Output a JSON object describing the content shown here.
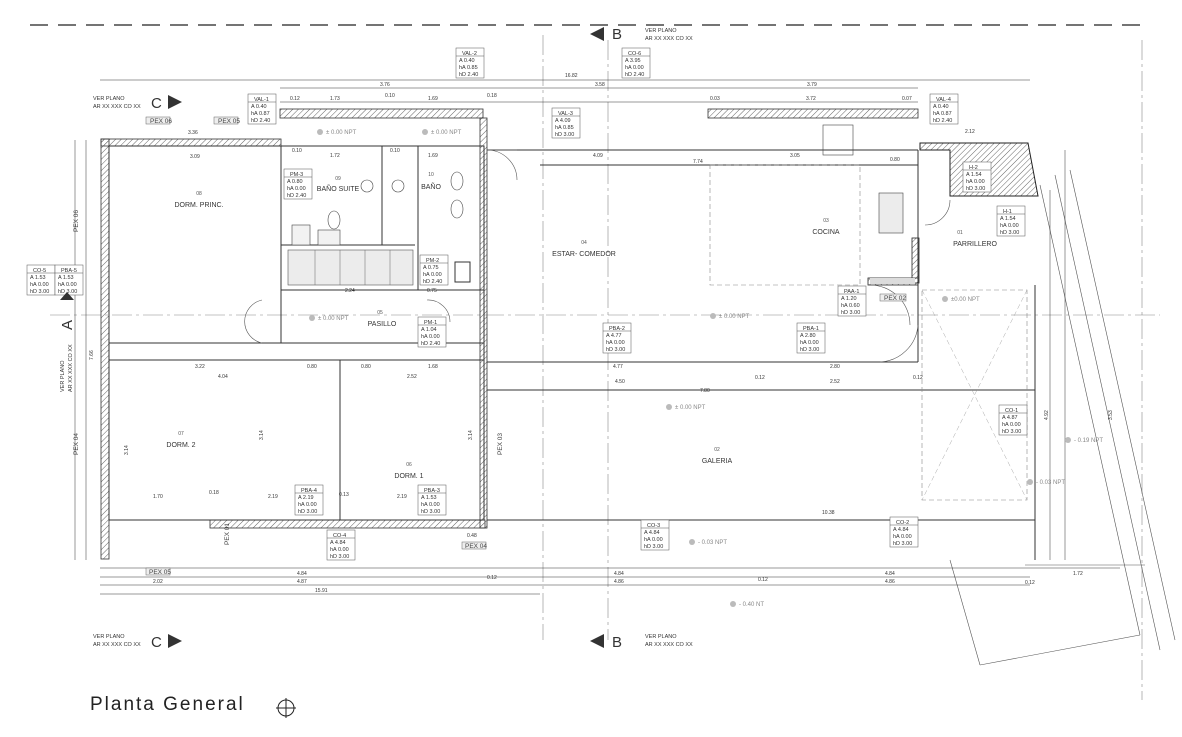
{
  "title": "Planta General",
  "section_refs": {
    "ver_plano": "VER PLANO",
    "ar_code": "AR XX XXX CO XX",
    "cut_A": "A",
    "cut_B": "B",
    "cut_C": "C"
  },
  "rooms": [
    {
      "num": "01",
      "name": "PARRILLERO"
    },
    {
      "num": "02",
      "name": "GALERIA"
    },
    {
      "num": "03",
      "name": "COCINA"
    },
    {
      "num": "04",
      "name": "ESTAR- COMEDOR"
    },
    {
      "num": "05",
      "name": "PASILLO"
    },
    {
      "num": "06",
      "name": "DORM. 1"
    },
    {
      "num": "07",
      "name": "DORM. 2"
    },
    {
      "num": "08",
      "name": "DORM. PRINC."
    },
    {
      "num": "09",
      "name": "BAÑO SUITE"
    },
    {
      "num": "10",
      "name": "BAÑO"
    }
  ],
  "tags": [
    {
      "id": "VAL-2",
      "a": "A 0.40",
      "h": "hA 0.85",
      "d": "hD 2.40"
    },
    {
      "id": "CO-6",
      "a": "A 3.95",
      "h": "hA 0.00",
      "d": "hD 2.40"
    },
    {
      "id": "VAL-1",
      "a": "A 0.40",
      "h": "hA 0.87",
      "d": "hD 2.40"
    },
    {
      "id": "VAL-4",
      "a": "A 0.40",
      "h": "hA 0.87",
      "d": "hD 2.40"
    },
    {
      "id": "VAL-3",
      "a": "A 4.09",
      "h": "hA 0.85",
      "d": "hD 3.00"
    },
    {
      "id": "CO-5",
      "a": "A 1.53",
      "h": "hA 0.00",
      "d": "hD 3.00"
    },
    {
      "id": "PBA-5",
      "a": "A 1.53",
      "h": "hA 0.00",
      "d": "hD 3.00"
    },
    {
      "id": "PM-3",
      "a": "A 0.80",
      "h": "hA 0.00",
      "d": "hD 2.40"
    },
    {
      "id": "PM-2",
      "a": "A 0.75",
      "h": "hA 0.00",
      "d": "hD 2.40"
    },
    {
      "id": "PM-1",
      "a": "A 1.04",
      "h": "hA 0.00",
      "d": "hD 2.40"
    },
    {
      "id": "PBA-2",
      "a": "A 4.77",
      "h": "hA 0.00",
      "d": "hD 3.00"
    },
    {
      "id": "PBA-1",
      "a": "A 2.80",
      "h": "hA 0.00",
      "d": "hD 3.00"
    },
    {
      "id": "PAA-1",
      "a": "A 1.20",
      "h": "hA 0.60",
      "d": "hD 3.00"
    },
    {
      "id": "H-2",
      "a": "A 1.54",
      "h": "hA 0.00",
      "d": "hD 3.00"
    },
    {
      "id": "H-1",
      "a": "A 1.54",
      "h": "hA 0.00",
      "d": "hD 3.00"
    },
    {
      "id": "PBA-4",
      "a": "A 2.19",
      "h": "hA 0.00",
      "d": "hD 3.00"
    },
    {
      "id": "PBA-3",
      "a": "A 1.53",
      "h": "hA 0.00",
      "d": "hD 3.00"
    },
    {
      "id": "CO-4",
      "a": "A 4.84",
      "h": "hA 0.00",
      "d": "hD 3.00"
    },
    {
      "id": "CO-3",
      "a": "A 4.84",
      "h": "hA 0.00",
      "d": "hD 3.00"
    },
    {
      "id": "CO-2",
      "a": "A 4.84",
      "h": "hA 0.00",
      "d": "hD 3.00"
    },
    {
      "id": "CO-1",
      "a": "A 4.87",
      "h": "hA 0.00",
      "d": "hD 3.00"
    }
  ],
  "levels": {
    "npt_000": "± 0.00 NPT",
    "npt_003": "- 0.03 NPT",
    "nt_040": "- 0.40 NT",
    "npt_019": "- 0.19 NPT",
    "npt_000b": "±0.00 NPT"
  },
  "pex": {
    "p01": "PEX 01",
    "p02": "PEX 02",
    "p03": "PEX 03",
    "p04": "PEX 04",
    "p05": "PEX 05",
    "p06": "PEX 06"
  },
  "dimensions": {
    "total_top": "16.82",
    "top_a": "3.76",
    "top_b": "3.58",
    "top_c": "3.79",
    "d_012": "0.12",
    "d_173": "1.73",
    "d_010": "0.10",
    "d_169": "1.69",
    "d_018": "0.18",
    "d_372": "3.72",
    "d_007": "0.07",
    "d_003": "0.03",
    "d_336": "3.36",
    "d_212": "2.12",
    "d_309": "3.09",
    "d_172": "1.72",
    "d_409": "4.09",
    "d_305": "3.05",
    "d_774": "7.74",
    "d_080": "0.80",
    "d_224": "2.24",
    "d_075": "0.75",
    "d_322": "3.22",
    "d_252": "2.52",
    "d_404": "4.04",
    "d_168": "1.68",
    "d_477": "4.77",
    "d_280": "2.80",
    "d_450": "4.50",
    "d_780": "7.80",
    "d_170": "1.70",
    "d_219": "2.19",
    "d_013": "0.13",
    "d_1038": "10.38",
    "d_484": "4.84",
    "d_487": "4.87",
    "d_486": "4.86",
    "d_202": "2.02",
    "d_1591": "15.91",
    "d_048": "0.48",
    "d_314": "3.14",
    "d_766": "7.66",
    "d_492": "4.92",
    "d_353": "3.53"
  }
}
